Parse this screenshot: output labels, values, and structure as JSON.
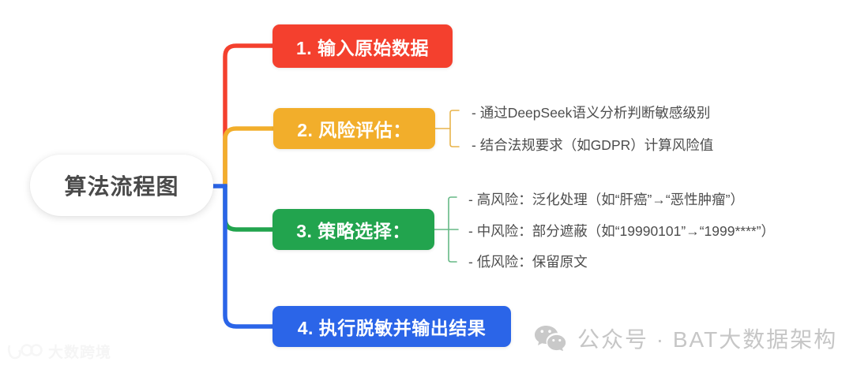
{
  "diagram": {
    "type": "mindmap",
    "root": {
      "label": "算法流程图"
    },
    "branches": [
      {
        "id": "1",
        "label": "1. 输入原始数据",
        "color": "#F4402E",
        "children": []
      },
      {
        "id": "2",
        "label": "2. 风险评估：",
        "color": "#F2AE2B",
        "children": [
          {
            "label": "- 通过DeepSeek语义分析判断敏感级别"
          },
          {
            "label": "- 结合法规要求（如GDPR）计算风险值"
          }
        ]
      },
      {
        "id": "3",
        "label": "3. 策略选择：",
        "color": "#22A44E",
        "children": [
          {
            "label": "- 高风险：泛化处理（如“肝癌”→“恶性肿瘤”）"
          },
          {
            "label": "- 中风险：部分遮蔽（如“19990101”→“1999****”）"
          },
          {
            "label": "- 低风险：保留原文"
          }
        ]
      },
      {
        "id": "4",
        "label": "4. 执行脱敏并输出结果",
        "color": "#2B65E8",
        "children": []
      }
    ]
  },
  "watermarks": {
    "right": {
      "icon": "wechat-icon",
      "text": "公众号 · BAT大数据架构",
      "color": "#c6c6c6"
    },
    "left": {
      "icon": "dashu-logo-icon",
      "text": "大数跨境",
      "color": "#ededed"
    }
  },
  "colors": {
    "red": "#F4402E",
    "orange": "#F2AE2B",
    "green": "#22A44E",
    "blue": "#2B65E8",
    "root_text": "#4a4a4a",
    "leaf_text": "#4d4d4d",
    "background": "#ffffff"
  }
}
